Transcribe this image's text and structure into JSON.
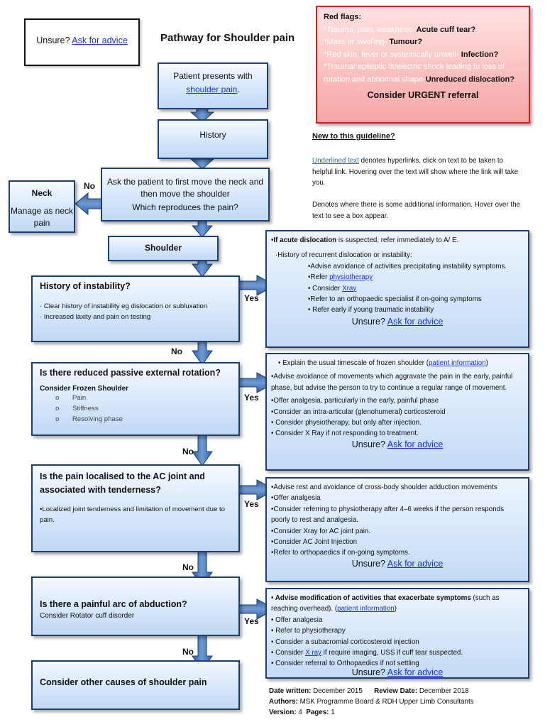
{
  "unsure_top": {
    "label": "Unsure?",
    "link": "Ask for advice"
  },
  "title": "Pathway for Shoulder pain",
  "red_flags": {
    "heading": "Red flags:",
    "items": [
      {
        "cond": "*Trauma, pain, weakness-",
        "result": "Acute cuff tear?"
      },
      {
        "cond": "*Mass or swelling-",
        "result": "Tumour?"
      },
      {
        "cond": "*Red skin, fever or systemically unwell-",
        "result": "Infection?"
      },
      {
        "cond": "*Trauma/ epileptic fit/electric shock leading to loss of rotation and abnormal shape-",
        "result": "Unreduced dislocation?"
      }
    ],
    "urgent": "Consider URGENT referral"
  },
  "new_guideline": {
    "heading": "New to this guideline?",
    "underlined_sample": "Underlined text",
    "hyperlink_text": "denotes hyperlinks, click on text to be taken to helpful link. Hovering over the text will show where the link will take you.",
    "info_text": "Denotes where there is some additional information. Hover over the text to see a box appear."
  },
  "flow": {
    "presents_prefix": "Patient presents with",
    "presents_link": "shoulder pain",
    "presents_suffix": ".",
    "history": "History",
    "ask_line1": "Ask the patient to first move the neck and then move the shoulder",
    "ask_line2": "Which reproduces the pain?",
    "neck_title": "Neck",
    "neck_body": "Manage as neck pain",
    "shoulder": "Shoulder",
    "q1_title": "History of instability?",
    "q1_items": [
      "· Clear history of instability eg dislocation or subluxation",
      "· Increased laxity and pain on testing"
    ],
    "q2_title": "Is there reduced passive external rotation?",
    "q2_sub": "Consider Frozen Shoulder",
    "q2_items": [
      "Pain",
      "Stiffness",
      "Resolving phase"
    ],
    "q3_title": "Is the pain localised to the AC joint and associated with tenderness?",
    "q3_body": "•Localized joint tenderness and limitation of movement due to pain.",
    "q4_title": "Is there a painful arc of abduction?",
    "q4_sub": "Consider Rotator cuff disorder",
    "q5_title": "Consider other causes of shoulder pain",
    "no": "No",
    "yes": "Yes"
  },
  "info1": {
    "l1_bold": "•If acute dislocation",
    "l1_rest": " is suspected, refer immediately to A/ E.",
    "l2": "·History of recurrent dislocation or instability:",
    "l3": "•Advise avoidance of activities precipitating instability symptoms.",
    "l4_prefix": "•Refer ",
    "l4_link": "physiotherapy",
    "l5_prefix": "• Consider ",
    "l5_link": "Xray",
    "l6": "•Refer to an orthopaedic specialist if on-going symptoms",
    "l7": "• Refer early if young traumatic instability",
    "unsure": "Unsure?",
    "unsure_link": "Ask for advice"
  },
  "info2": {
    "l1_prefix": "• Explain the usual timescale of frozen shoulder (",
    "l1_link": "patient information",
    "l1_suffix": ")",
    "l2": "•Advise avoidance of movements which aggravate the pain in the early, painful phase, but advise the person to try to continue a regular range of movement.",
    "l3": "•Offer analgesia, particularly in the early, painful phase",
    "l4": "•Consider an intra-articular (glenohumeral) corticosteroid",
    "l5": "• Consider physiotherapy, but only after injection.",
    "l6": "• Consider X Ray if not responding to treatment.",
    "unsure": "Unsure?",
    "unsure_link": "Ask for advice"
  },
  "info3": {
    "l1": "•Advise rest and avoidance of cross-body shoulder adduction movements",
    "l2": "•Offer analgesia",
    "l3": "•Consider referring to physiotherapy after 4–6 weeks if the person responds poorly to rest and analgesia.",
    "l4": "•Consider Xray for AC joint pain.",
    "l5": "•Consider AC Joint Injection",
    "l6": "•Refer to orthopaedics if on-going symptoms.",
    "unsure": "Unsure?",
    "unsure_link": "Ask for advice"
  },
  "info4": {
    "l1_bold": "• Advise modification of activities that exacerbate symptoms",
    "l1_rest": " (such as reaching overhead). (",
    "l1_link": "patient information",
    "l1_suffix": ")",
    "l2": "• Offer analgesia",
    "l3": "• Refer to physiotherapy",
    "l4": "• Consider a subacromial corticosteroid injection",
    "l5_prefix": "• Consider ",
    "l5_link": "X ray",
    "l5_suffix": " if require imaging, USS if cuff tear suspected.",
    "l6": "• Consider referral to Orthopaedics if not settling",
    "unsure": "Unsure?",
    "unsure_link": "Ask for advice"
  },
  "footer": {
    "date_label": "Date written:",
    "date_value": "December 2015",
    "review_label": "Review Date:",
    "review_value": "December 2018",
    "authors_label": "Authors:",
    "authors_value": "MSK Programme Board & RDH Upper Limb Consultants",
    "version_label": "Version:",
    "version_value": "4",
    "pages_label": "Pages:",
    "pages_value": "1"
  }
}
